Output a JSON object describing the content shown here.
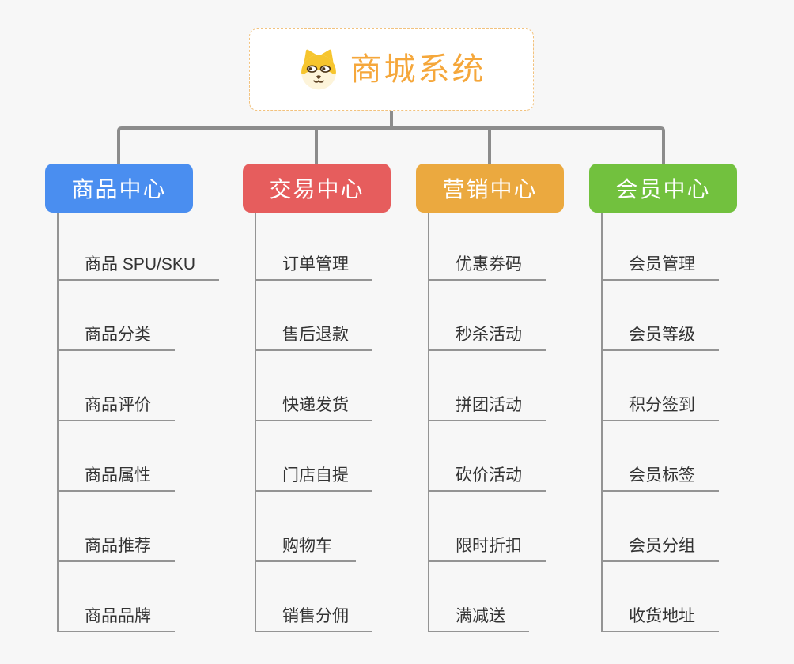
{
  "root": {
    "title": "商城系统",
    "icon": "shiba-dog-icon"
  },
  "branches": [
    {
      "label": "商品中心",
      "color": "#4a8ef0",
      "items": [
        "商品 SPU/SKU",
        "商品分类",
        "商品评价",
        "商品属性",
        "商品推荐",
        "商品品牌"
      ]
    },
    {
      "label": "交易中心",
      "color": "#e65d5d",
      "items": [
        "订单管理",
        "售后退款",
        "快递发货",
        "门店自提",
        "购物车",
        "销售分佣"
      ]
    },
    {
      "label": "营销中心",
      "color": "#eba93f",
      "items": [
        "优惠券码",
        "秒杀活动",
        "拼团活动",
        "砍价活动",
        "限时折扣",
        "满减送"
      ]
    },
    {
      "label": "会员中心",
      "color": "#72c13e",
      "items": [
        "会员管理",
        "会员等级",
        "积分签到",
        "会员标签",
        "会员分组",
        "收货地址"
      ]
    }
  ],
  "colors": {
    "background": "#f7f7f7",
    "title": "#f5a73b",
    "root_border": "#f2c27e",
    "connector": "#8c8c8c",
    "item_line": "#949494",
    "item_text": "#333333"
  }
}
